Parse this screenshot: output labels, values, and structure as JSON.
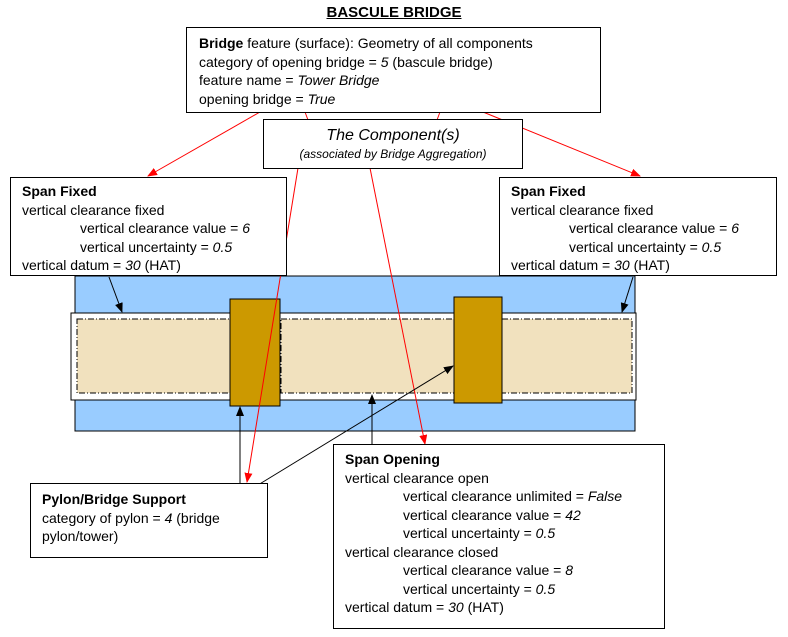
{
  "title": "BASCULE BRIDGE",
  "bridge_box": {
    "line1_bold": "Bridge",
    "line1_rest": " feature (surface): Geometry of all components",
    "line2_pre": "category of opening bridge = ",
    "line2_val": "5",
    "line2_post": " (bascule bridge)",
    "line3_pre": "feature name = ",
    "line3_val": "Tower Bridge",
    "line4_pre": "opening bridge = ",
    "line4_val": "True"
  },
  "component_box": {
    "heading": "The Component(s)",
    "subheading": "(associated by Bridge Aggregation)"
  },
  "span_fixed_left": {
    "heading": "Span Fixed",
    "l1": "vertical clearance fixed",
    "l2_pre": "vertical clearance value = ",
    "l2_val": "6",
    "l3_pre": "vertical uncertainty = ",
    "l3_val": "0.5",
    "l4_pre": "vertical datum = ",
    "l4_val": "30",
    "l4_post": " (HAT)"
  },
  "span_fixed_right": {
    "heading": "Span Fixed",
    "l1": "vertical clearance fixed",
    "l2_pre": "vertical clearance value = ",
    "l2_val": "6",
    "l3_pre": "vertical uncertainty = ",
    "l3_val": "0.5",
    "l4_pre": "vertical datum = ",
    "l4_val": "30",
    "l4_post": " (HAT)"
  },
  "pylon_box": {
    "heading": "Pylon/Bridge Support",
    "l1_pre": "category of pylon = ",
    "l1_val": "4",
    "l1_post": " (bridge",
    "l2": "pylon/tower)"
  },
  "span_opening": {
    "heading": "Span Opening",
    "l1": "vertical clearance open",
    "l2_pre": "vertical clearance unlimited = ",
    "l2_val": "False",
    "l3_pre": "vertical clearance value = ",
    "l3_val": "42",
    "l4_pre": "vertical uncertainty = ",
    "l4_val": "0.5",
    "l5": "vertical clearance closed",
    "l6_pre": "vertical clearance value = ",
    "l6_val": "8",
    "l7_pre": "vertical uncertainty = ",
    "l7_val": "0.5",
    "l8_pre": "vertical datum = ",
    "l8_val": "30",
    "l8_post": " (HAT)"
  },
  "colors": {
    "water": "#99ccff",
    "deck": "#f1e1be",
    "pylon": "#cc9900",
    "red_arrow": "#ff0000",
    "black_arrow": "#000000"
  }
}
